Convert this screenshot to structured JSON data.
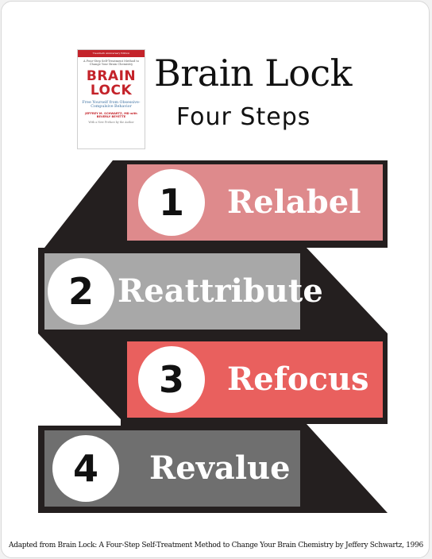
{
  "header": {
    "title": "Brain Lock",
    "subtitle": "Four Steps"
  },
  "book_cover": {
    "band_text": "Twentieth Anniversary Edition",
    "subtitle": "A Four-Step Self-Treatment Method to Change Your Brain Chemistry",
    "title_line1": "BRAIN",
    "title_line2": "LOCK",
    "tagline": "Free Yourself from Obsessive-Compulsive Behavior",
    "authors": "JEFFREY M. SCHWARTZ, MD with BEVERLY BEYETTE",
    "note": "With a New Preface by the Author"
  },
  "steps": [
    {
      "number": "1",
      "label": "Relabel",
      "color": "#de8a8c"
    },
    {
      "number": "2",
      "label": "Reattribute",
      "color": "#a8a8a8"
    },
    {
      "number": "3",
      "label": "Refocus",
      "color": "#e9605e"
    },
    {
      "number": "4",
      "label": "Revalue",
      "color": "#6f6f6f"
    }
  ],
  "colors": {
    "staircase": "#241f1f",
    "background": "#ffffff"
  },
  "footer": {
    "citation": "Adapted from Brain Lock: A Four-Step Self-Treatment Method to Change Your Brain Chemistry by Jeffery Schwartz, 1996"
  }
}
